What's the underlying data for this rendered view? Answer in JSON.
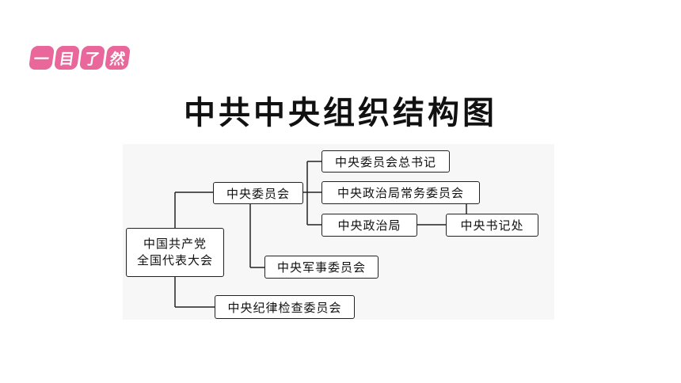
{
  "badge": {
    "chars": [
      "一",
      "目",
      "了",
      "然"
    ]
  },
  "title": "中共中央组织结构图",
  "nodes": {
    "congress": {
      "line1": "中国共产党",
      "line2": "全国代表大会"
    },
    "central_committee": "中央委员会",
    "general_secretary": "中央委员会总书记",
    "politburo_standing": "中央政治局常务委员会",
    "politburo": "中央政治局",
    "secretariat": "中央书记处",
    "military_commission": "中央军事委员会",
    "discipline_commission": "中央纪律检查委员会"
  },
  "colors": {
    "badge": "#e9679a",
    "line": "#222222"
  }
}
